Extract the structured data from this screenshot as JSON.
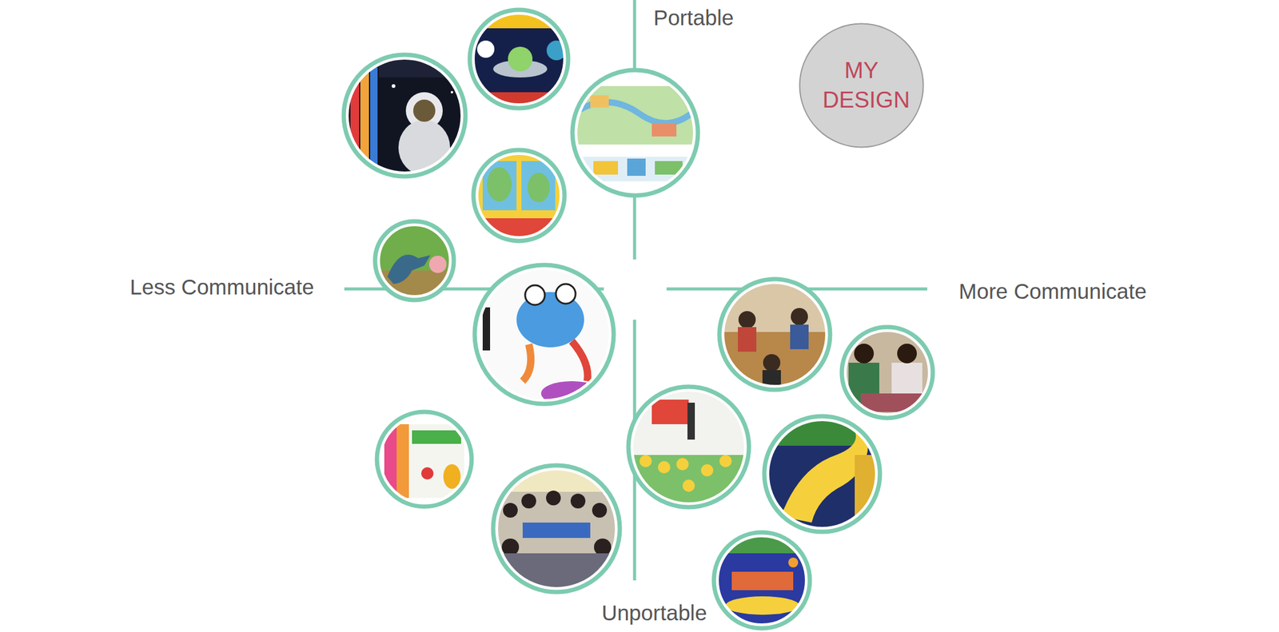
{
  "diagram": {
    "nodes": [
      {
        "text": [
          "MY DESIGN"
        ]
      }
    ],
    "labels": [
      "Portable",
      "Less Communicate",
      "More Communicate",
      "Unportable"
    ]
  }
}
